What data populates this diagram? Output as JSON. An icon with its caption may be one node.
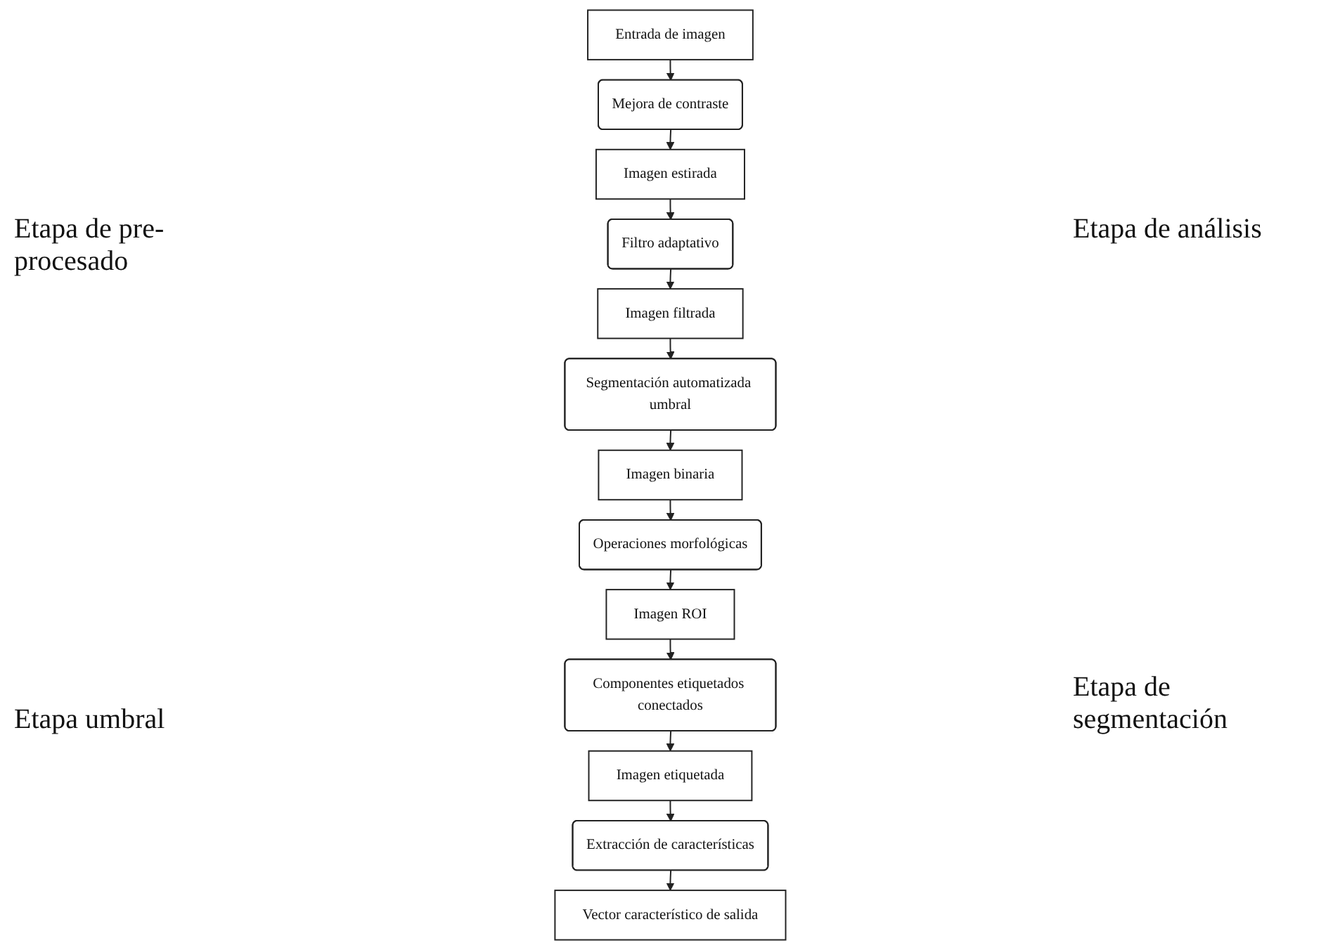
{
  "diagram": {
    "nodes": [
      {
        "text": [
          "Entrada de imagen"
        ]
      },
      {
        "text": [
          "Mejora de contraste"
        ]
      },
      {
        "text": [
          "Imagen estirada"
        ]
      },
      {
        "text": [
          "Filtro adaptativo"
        ]
      },
      {
        "text": [
          "Imagen filtrada"
        ]
      },
      {
        "text": [
          "Segmentación automatizada umbral"
        ]
      },
      {
        "text": [
          "Imagen binaria"
        ]
      },
      {
        "text": [
          "Operaciones morfológicas"
        ]
      },
      {
        "text": [
          "Imagen ROI"
        ]
      },
      {
        "text": [
          "Componentes etiquetados conectados"
        ]
      },
      {
        "text": [
          "Imagen etiquetada"
        ]
      },
      {
        "text": [
          "Extracción de características"
        ]
      },
      {
        "text": [
          "Vector característico de salida"
        ]
      }
    ],
    "edges": [
      {
        "from": 0,
        "to": 1,
        "arrow": "to"
      },
      {
        "from": 1,
        "to": 2,
        "arrow": "to"
      },
      {
        "from": 2,
        "to": 3,
        "arrow": "to"
      },
      {
        "from": 3,
        "to": 4,
        "arrow": "to"
      },
      {
        "from": 4,
        "to": 5,
        "arrow": "to"
      },
      {
        "from": 5,
        "to": 6,
        "arrow": "to"
      },
      {
        "from": 6,
        "to": 7,
        "arrow": "to"
      },
      {
        "from": 7,
        "to": 8,
        "arrow": "to"
      },
      {
        "from": 8,
        "to": 9,
        "arrow": "to"
      },
      {
        "from": 9,
        "to": 10,
        "arrow": "to"
      },
      {
        "from": 10,
        "to": 11,
        "arrow": "to"
      },
      {
        "from": 11,
        "to": 12,
        "arrow": "to"
      }
    ],
    "labels": [
      "Etapa de análisis",
      "Etapa de pre-procesado",
      "Etapa de segmentación",
      "Etapa umbral"
    ]
  }
}
